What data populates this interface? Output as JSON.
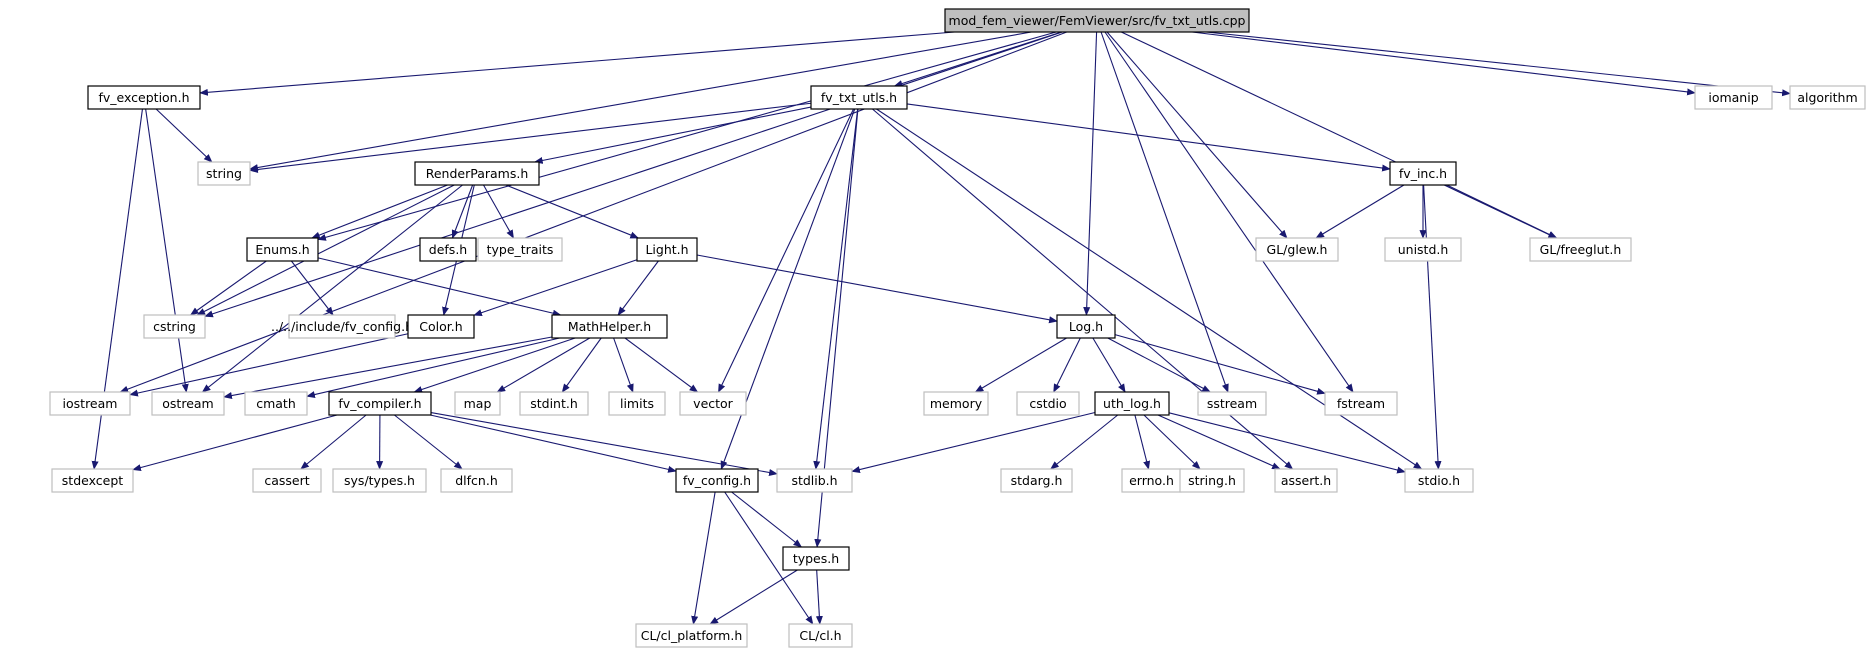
{
  "colors": {
    "edge": "#191970",
    "root_fill": "#bfbfbf",
    "documented_border": "#000000",
    "external_border": "#bfbfbf",
    "node_fill": "#ffffff"
  },
  "nodes": [
    {
      "id": "root",
      "label": "mod_fem_viewer/FemViewer/src/fv_txt_utls.cpp",
      "kind": "root"
    },
    {
      "id": "fv_exception",
      "label": "fv_exception.h",
      "kind": "documented"
    },
    {
      "id": "fv_txt_utls_h",
      "label": "fv_txt_utls.h",
      "kind": "documented"
    },
    {
      "id": "iomanip",
      "label": "iomanip",
      "kind": "external"
    },
    {
      "id": "algorithm",
      "label": "algorithm",
      "kind": "external"
    },
    {
      "id": "string",
      "label": "string",
      "kind": "external"
    },
    {
      "id": "RenderParams",
      "label": "RenderParams.h",
      "kind": "documented"
    },
    {
      "id": "fv_inc",
      "label": "fv_inc.h",
      "kind": "documented"
    },
    {
      "id": "Enums",
      "label": "Enums.h",
      "kind": "documented"
    },
    {
      "id": "defs",
      "label": "defs.h",
      "kind": "documented"
    },
    {
      "id": "type_traits",
      "label": "type_traits",
      "kind": "external"
    },
    {
      "id": "Light",
      "label": "Light.h",
      "kind": "documented"
    },
    {
      "id": "glew",
      "label": "GL/glew.h",
      "kind": "external"
    },
    {
      "id": "unistd",
      "label": "unistd.h",
      "kind": "external"
    },
    {
      "id": "freeglut",
      "label": "GL/freeglut.h",
      "kind": "external"
    },
    {
      "id": "cstring",
      "label": "cstring",
      "kind": "external"
    },
    {
      "id": "fv_config_inc",
      "label": "../../include/fv_config.h",
      "kind": "external"
    },
    {
      "id": "Color",
      "label": "Color.h",
      "kind": "documented"
    },
    {
      "id": "MathHelper",
      "label": "MathHelper.h",
      "kind": "documented"
    },
    {
      "id": "Log",
      "label": "Log.h",
      "kind": "documented"
    },
    {
      "id": "iostream",
      "label": "iostream",
      "kind": "external"
    },
    {
      "id": "ostream",
      "label": "ostream",
      "kind": "external"
    },
    {
      "id": "cmath",
      "label": "cmath",
      "kind": "external"
    },
    {
      "id": "fv_compiler",
      "label": "fv_compiler.h",
      "kind": "documented"
    },
    {
      "id": "map",
      "label": "map",
      "kind": "external"
    },
    {
      "id": "stdint",
      "label": "stdint.h",
      "kind": "external"
    },
    {
      "id": "limits",
      "label": "limits",
      "kind": "external"
    },
    {
      "id": "vector",
      "label": "vector",
      "kind": "external"
    },
    {
      "id": "memory",
      "label": "memory",
      "kind": "external"
    },
    {
      "id": "cstdio",
      "label": "cstdio",
      "kind": "external"
    },
    {
      "id": "uth_log",
      "label": "uth_log.h",
      "kind": "documented"
    },
    {
      "id": "sstream",
      "label": "sstream",
      "kind": "external"
    },
    {
      "id": "fstream",
      "label": "fstream",
      "kind": "external"
    },
    {
      "id": "stdexcept",
      "label": "stdexcept",
      "kind": "external"
    },
    {
      "id": "cassert",
      "label": "cassert",
      "kind": "external"
    },
    {
      "id": "systypes",
      "label": "sys/types.h",
      "kind": "external"
    },
    {
      "id": "dlfcn",
      "label": "dlfcn.h",
      "kind": "external"
    },
    {
      "id": "fv_config",
      "label": "fv_config.h",
      "kind": "documented"
    },
    {
      "id": "stdlib",
      "label": "stdlib.h",
      "kind": "external"
    },
    {
      "id": "stdarg",
      "label": "stdarg.h",
      "kind": "external"
    },
    {
      "id": "errno",
      "label": "errno.h",
      "kind": "external"
    },
    {
      "id": "string_h",
      "label": "string.h",
      "kind": "external"
    },
    {
      "id": "assert",
      "label": "assert.h",
      "kind": "external"
    },
    {
      "id": "stdio",
      "label": "stdio.h",
      "kind": "external"
    },
    {
      "id": "types",
      "label": "types.h",
      "kind": "documented"
    },
    {
      "id": "cl_platform",
      "label": "CL/cl_platform.h",
      "kind": "external"
    },
    {
      "id": "cl",
      "label": "CL/cl.h",
      "kind": "external"
    }
  ],
  "edges": [
    [
      "root",
      "fv_exception"
    ],
    [
      "root",
      "fv_txt_utls_h"
    ],
    [
      "root",
      "iomanip"
    ],
    [
      "root",
      "algorithm"
    ],
    [
      "root",
      "string"
    ],
    [
      "root",
      "iostream"
    ],
    [
      "root",
      "cstring"
    ],
    [
      "root",
      "Enums"
    ],
    [
      "root",
      "Log"
    ],
    [
      "root",
      "sstream"
    ],
    [
      "root",
      "glew"
    ],
    [
      "root",
      "freeglut"
    ],
    [
      "root",
      "fstream"
    ],
    [
      "fv_exception",
      "string"
    ],
    [
      "fv_exception",
      "ostream"
    ],
    [
      "fv_exception",
      "stdexcept"
    ],
    [
      "fv_txt_utls_h",
      "string"
    ],
    [
      "fv_txt_utls_h",
      "RenderParams"
    ],
    [
      "fv_txt_utls_h",
      "fv_inc"
    ],
    [
      "fv_txt_utls_h",
      "vector"
    ],
    [
      "fv_txt_utls_h",
      "fv_config"
    ],
    [
      "fv_txt_utls_h",
      "stdlib"
    ],
    [
      "fv_txt_utls_h",
      "types"
    ],
    [
      "fv_txt_utls_h",
      "assert"
    ],
    [
      "fv_txt_utls_h",
      "stdio"
    ],
    [
      "RenderParams",
      "cstring"
    ],
    [
      "RenderParams",
      "Enums"
    ],
    [
      "RenderParams",
      "Color"
    ],
    [
      "RenderParams",
      "defs"
    ],
    [
      "RenderParams",
      "type_traits"
    ],
    [
      "RenderParams",
      "Light"
    ],
    [
      "RenderParams",
      "ostream"
    ],
    [
      "fv_inc",
      "glew"
    ],
    [
      "fv_inc",
      "unistd"
    ],
    [
      "fv_inc",
      "freeglut"
    ],
    [
      "fv_inc",
      "stdio"
    ],
    [
      "Enums",
      "cstring"
    ],
    [
      "Enums",
      "fv_config_inc"
    ],
    [
      "Enums",
      "MathHelper"
    ],
    [
      "Light",
      "Color"
    ],
    [
      "Light",
      "MathHelper"
    ],
    [
      "Light",
      "Log"
    ],
    [
      "Color",
      "iostream"
    ],
    [
      "MathHelper",
      "ostream"
    ],
    [
      "MathHelper",
      "cmath"
    ],
    [
      "MathHelper",
      "fv_compiler"
    ],
    [
      "MathHelper",
      "map"
    ],
    [
      "MathHelper",
      "stdint"
    ],
    [
      "MathHelper",
      "limits"
    ],
    [
      "MathHelper",
      "vector"
    ],
    [
      "Log",
      "memory"
    ],
    [
      "Log",
      "cstdio"
    ],
    [
      "Log",
      "uth_log"
    ],
    [
      "Log",
      "sstream"
    ],
    [
      "Log",
      "fstream"
    ],
    [
      "fv_compiler",
      "stdexcept"
    ],
    [
      "fv_compiler",
      "cassert"
    ],
    [
      "fv_compiler",
      "systypes"
    ],
    [
      "fv_compiler",
      "dlfcn"
    ],
    [
      "fv_compiler",
      "fv_config"
    ],
    [
      "fv_compiler",
      "stdlib"
    ],
    [
      "uth_log",
      "stdlib"
    ],
    [
      "uth_log",
      "stdarg"
    ],
    [
      "uth_log",
      "errno"
    ],
    [
      "uth_log",
      "string_h"
    ],
    [
      "uth_log",
      "assert"
    ],
    [
      "uth_log",
      "stdio"
    ],
    [
      "fv_config",
      "types"
    ],
    [
      "fv_config",
      "cl_platform"
    ],
    [
      "fv_config",
      "cl"
    ],
    [
      "types",
      "cl_platform"
    ],
    [
      "types",
      "cl"
    ]
  ]
}
